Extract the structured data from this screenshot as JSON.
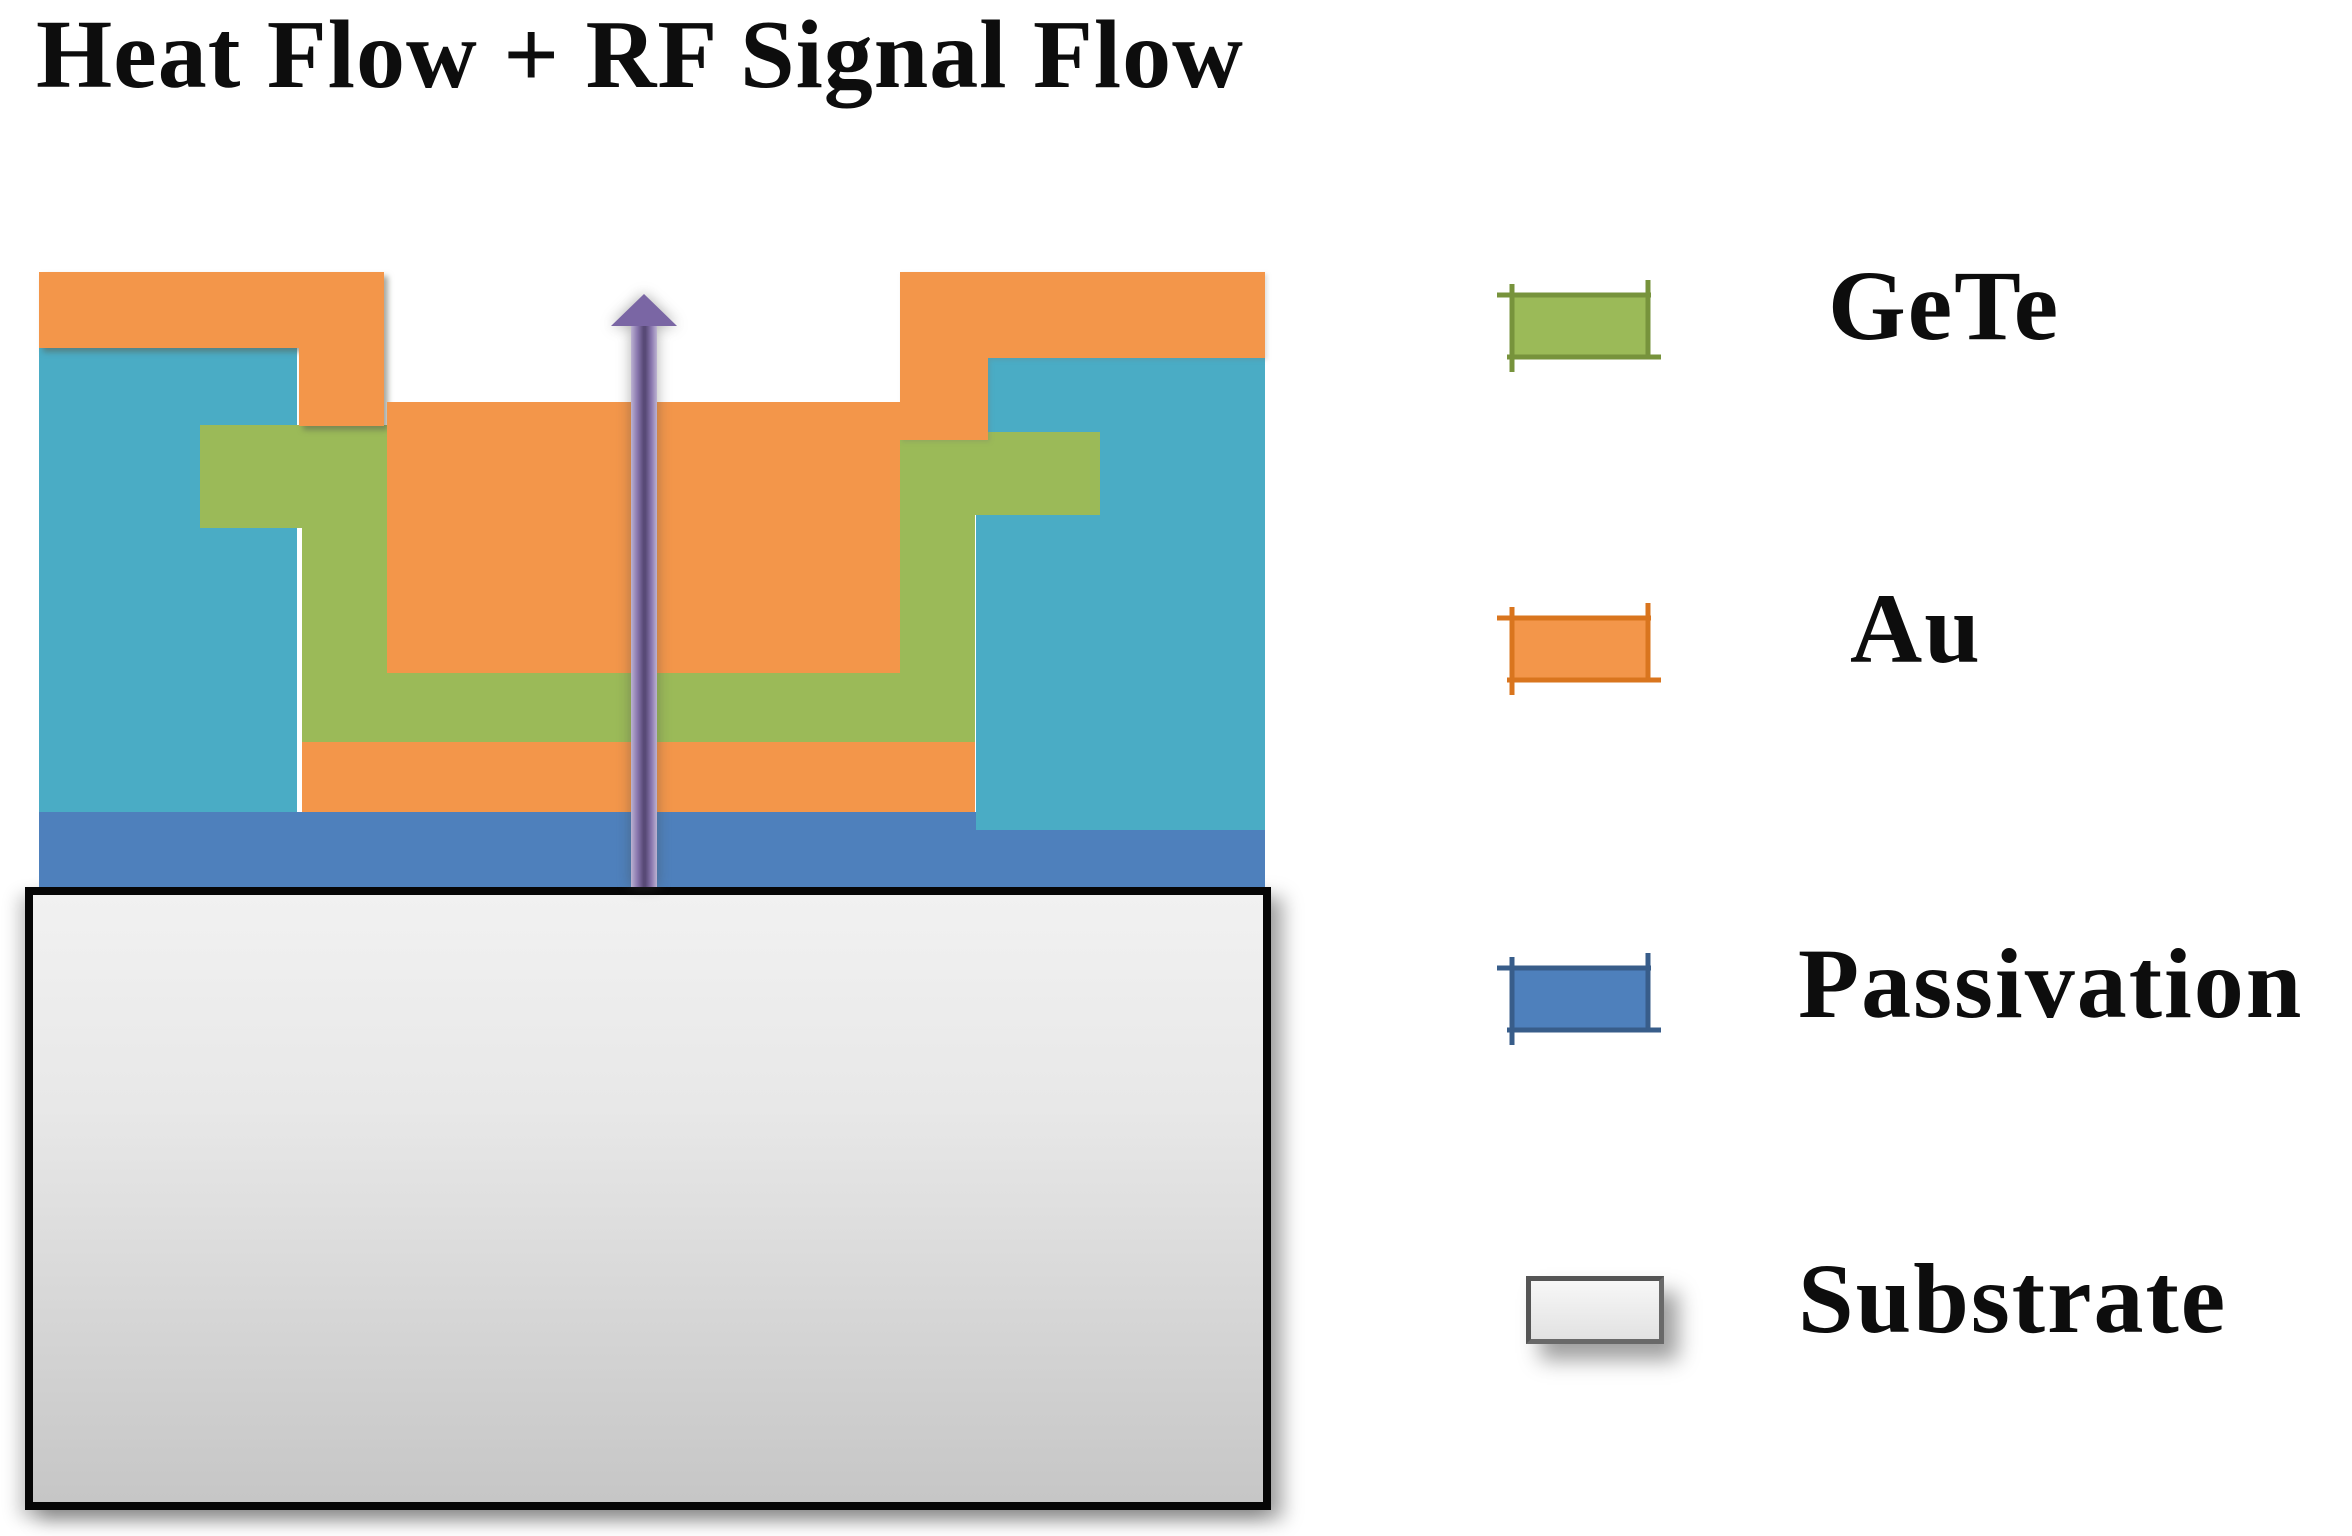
{
  "title": "Heat Flow + RF Signal Flow",
  "legend": {
    "items": [
      {
        "label": "GeTe",
        "fill": "#9BBA58",
        "stroke": "#77933C"
      },
      {
        "label": "Au",
        "fill": "#F3964A",
        "stroke": "#D9751E"
      },
      {
        "label": "Passivation",
        "fill": "#4E80BC",
        "stroke": "#385D8A"
      },
      {
        "label": "Substrate",
        "fill": "#F2F2F2",
        "stroke": "#696969"
      }
    ]
  },
  "diagram": {
    "materials": {
      "au": {
        "color": "#F3964A"
      },
      "gete": {
        "color": "#9BBA58"
      },
      "passivation": {
        "color": "#4E80BC"
      },
      "teal_layer": {
        "color": "#4AACC5"
      },
      "substrate": {
        "fill_top": "#F1F1F1",
        "fill_bottom": "#C6C6C6",
        "border": "#060606"
      }
    },
    "flow_arrow": {
      "color": "#7A66A4",
      "direction": "up"
    }
  }
}
